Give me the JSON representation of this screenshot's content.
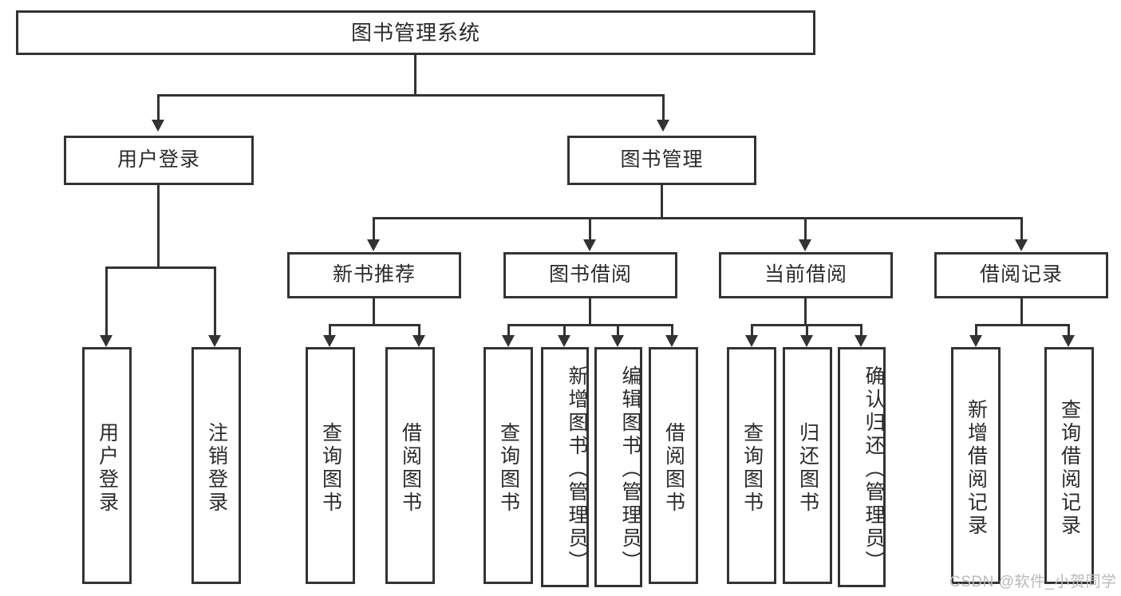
{
  "diagram": {
    "title": "图书管理系统",
    "watermark": "CSDN @软件_小贺同学",
    "type": "tree-hierarchy-diagram",
    "accent_color": "#333333",
    "text_color": "#2b2b2b",
    "background": "#ffffff",
    "levels": {
      "level1": [
        "图书管理系统"
      ],
      "level2": [
        "用户登录",
        "图书管理"
      ],
      "level3": [
        "新书推荐",
        "图书借阅",
        "当前借阅",
        "借阅记录"
      ],
      "level4": [
        "用户登录",
        "注销登录",
        "查询图书",
        "借阅图书",
        "查询图书",
        "新增图书（管理员）",
        "编辑图书（管理员）",
        "借阅图书",
        "查询图书",
        "归还图书",
        "确认归还（管理员）",
        "新增借阅记录",
        "查询借阅记录"
      ]
    },
    "nodes": {
      "root": "图书管理系统",
      "user_login": "用户登录",
      "book_manage": "图书管理",
      "new_book_rec": "新书推荐",
      "book_borrow": "图书借阅",
      "current_borrow": "当前借阅",
      "borrow_record": "借阅记录",
      "leaf_user_login": "用户登录",
      "leaf_logout": "注销登录",
      "leaf_query_book_1": "查询图书",
      "leaf_borrow_book_1": "借阅图书",
      "leaf_query_book_2": "查询图书",
      "leaf_add_book": "新增图书（管理员）",
      "leaf_edit_book": "编辑图书（管理员）",
      "leaf_borrow_book_2": "借阅图书",
      "leaf_query_book_3": "查询图书",
      "leaf_return_book": "归还图书",
      "leaf_confirm_return": "确认归还（管理员）",
      "leaf_add_record": "新增借阅记录",
      "leaf_query_record": "查询借阅记录"
    }
  }
}
